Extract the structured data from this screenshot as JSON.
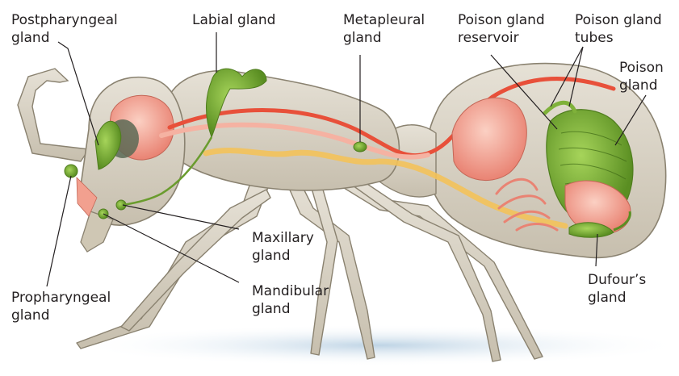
{
  "labels": {
    "postpharyngeal": [
      "Postpharyngeal",
      "gland"
    ],
    "labial": [
      "Labial gland"
    ],
    "metapleural": [
      "Metapleural",
      "gland"
    ],
    "poison_reservoir": [
      "Poison gland",
      "reservoir"
    ],
    "poison_tubes": [
      "Poison gland",
      "tubes"
    ],
    "poison_gland": [
      "Poison",
      "gland"
    ],
    "maxillary": [
      "Maxillary",
      "gland"
    ],
    "mandibular": [
      "Mandibular",
      "gland"
    ],
    "propharyngeal": [
      "Propharyngeal",
      "gland"
    ],
    "dufours": [
      "Dufour’s",
      "gland"
    ]
  },
  "colors": {
    "exoskeleton": "#d9d3c6",
    "exoskeleton_shade": "#bfb7a6",
    "outline": "#8a8270",
    "gland_green": "#7fb13a",
    "gland_green_dark": "#4f7d1e",
    "reservoir_pink": "#f4a99a",
    "duct_orange": "#e8503a",
    "fat_yellow": "#f3c25a",
    "shadow_blue": "#c9dbe9"
  }
}
